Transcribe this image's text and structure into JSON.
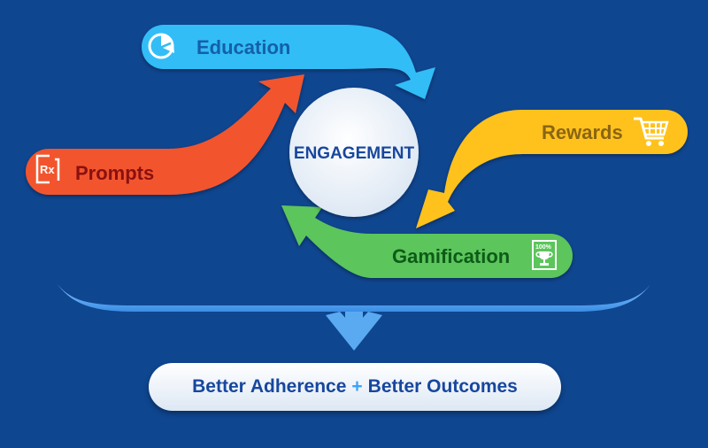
{
  "center": {
    "label": "ENGAGEMENT"
  },
  "arrows": {
    "education": {
      "label": "Education",
      "icon": "pie-chart-icon",
      "color": "#33bdf7",
      "text_color": "#155fa8"
    },
    "prompts": {
      "label": "Prompts",
      "icon": "prescription-icon",
      "color": "#f2552e",
      "text_color": "#8a1010"
    },
    "rewards": {
      "label": "Rewards",
      "icon": "shopping-cart-icon",
      "color": "#ffc21c",
      "text_color": "#8a6515"
    },
    "gamification": {
      "label": "Gamification",
      "icon": "trophy-certificate-icon",
      "icon_text": "100%",
      "color": "#5cc55c",
      "text_color": "#0d5b18"
    }
  },
  "outcome": {
    "part1": "Better Adherence",
    "plus": "+",
    "part2": "Better Outcomes"
  }
}
